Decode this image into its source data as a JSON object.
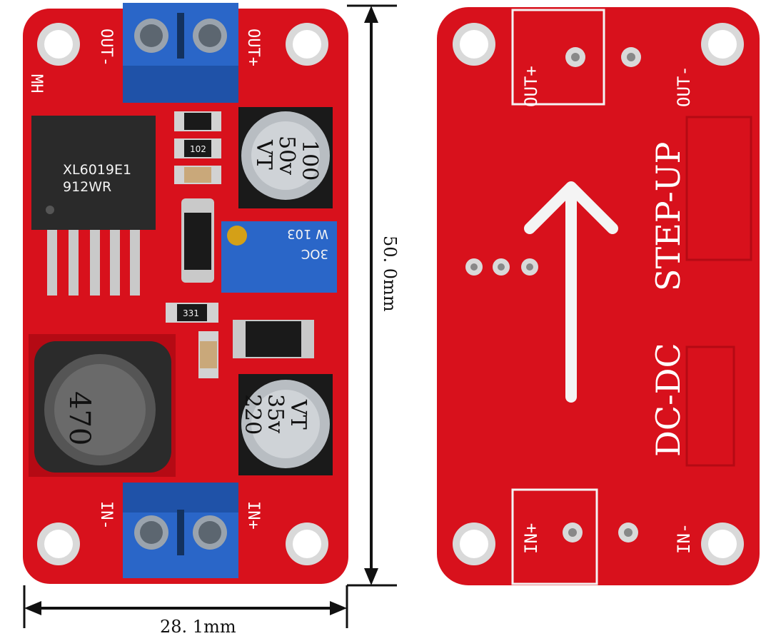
{
  "colors": {
    "pcb": "#d8111c",
    "pcb_dark": "#b50a14",
    "terminal": "#2a66c8",
    "silk": "#ffffff",
    "ic": "#2a2a2a"
  },
  "front": {
    "out_minus": "OUT-",
    "out_plus": "OUT+",
    "in_minus": "IN-",
    "in_plus": "IN+",
    "mh": "MH",
    "ic_line1": "XL6019E1",
    "ic_line2": "912WR",
    "cap_top_value": "100",
    "cap_top_voltage": "50v",
    "cap_top_series": "VT",
    "cap_bottom_value": "220",
    "cap_bottom_voltage": "35v",
    "cap_bottom_series": "VT",
    "inductor_value": "470",
    "resistor_top": "102",
    "resistor_mid": "331",
    "pot_code_1": "W 103",
    "pot_code_2": "3OC"
  },
  "back": {
    "out_plus": "OUT+",
    "out_minus": "OUT-",
    "in_plus": "IN+",
    "in_minus": "IN-",
    "title_line1": "STEP-UP",
    "title_line2": "DC-DC"
  },
  "dimensions": {
    "height_label": "50. 0mm",
    "width_label": "28. 1mm"
  }
}
